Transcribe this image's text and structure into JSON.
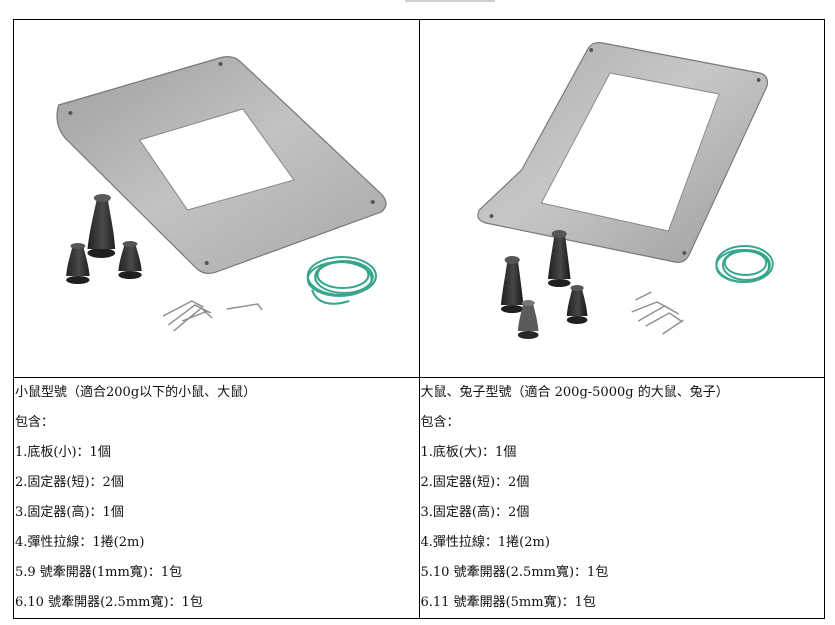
{
  "left": {
    "title": "小鼠型號（適合200g以下的小鼠、大鼠）",
    "contains": "包含：",
    "items": [
      "1.底板(小)：1個",
      "2.固定器(短)：2個",
      "3.固定器(高)：1個",
      "4.彈性拉線：1捲(2m)",
      "5.9 號牽開器(1mm寬)：1包",
      "6.10 號牽開器(2.5mm寬)：1包"
    ]
  },
  "right": {
    "title": "大鼠、兔子型號（適合 200g-5000g 的大鼠、兔子）",
    "contains": "包含：",
    "items": [
      "1.底板(大)：1個",
      "2.固定器(短)：2個",
      "3.固定器(高)：2個",
      "4.彈性拉線：1捲(2m)",
      "5.10 號牽開器(2.5mm寬)：1包",
      "6.11 號牽開器(5mm寬)：1包"
    ]
  },
  "colors": {
    "plate_light": "#b8b8b8",
    "plate_dark": "#8f8f8f",
    "rubber": "#2f2f2f",
    "cord": "#37a68d"
  }
}
